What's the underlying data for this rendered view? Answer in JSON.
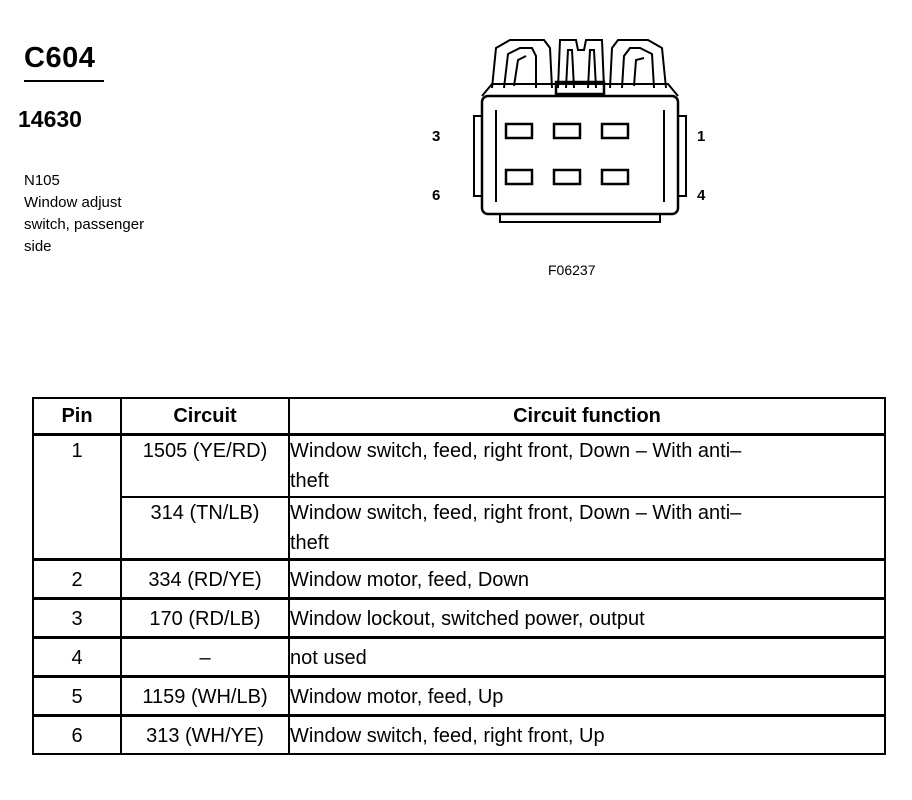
{
  "header": {
    "connector_id": "C604",
    "part_number": "14630",
    "component_code": "N105",
    "component_desc_lines": [
      "Window adjust",
      "switch, passenger",
      "side"
    ]
  },
  "diagram": {
    "pin_labels": {
      "top_left": "3",
      "top_right": "1",
      "bottom_left": "6",
      "bottom_right": "4"
    },
    "figure_code": "F06237"
  },
  "table": {
    "headers": [
      "Pin",
      "Circuit",
      "Circuit function"
    ],
    "rows": [
      {
        "pin": "1",
        "circuit": "1505 (YE/RD)",
        "function_lines": [
          "Window switch, feed, right front, Down – With anti–",
          "theft"
        ]
      },
      {
        "pin": "",
        "circuit": "314 (TN/LB)",
        "function_lines": [
          "Window switch, feed, right front, Down – With anti–",
          "theft"
        ]
      },
      {
        "pin": "2",
        "circuit": "334 (RD/YE)",
        "function_lines": [
          "Window motor, feed, Down"
        ]
      },
      {
        "pin": "3",
        "circuit": "170 (RD/LB)",
        "function_lines": [
          "Window lockout, switched power, output"
        ]
      },
      {
        "pin": "4",
        "circuit": "–",
        "function_lines": [
          "not used"
        ]
      },
      {
        "pin": "5",
        "circuit": "1159 (WH/LB)",
        "function_lines": [
          "Window motor, feed, Up"
        ]
      },
      {
        "pin": "6",
        "circuit": "313 (WH/YE)",
        "function_lines": [
          "Window switch, feed, right front, Up"
        ]
      }
    ]
  }
}
